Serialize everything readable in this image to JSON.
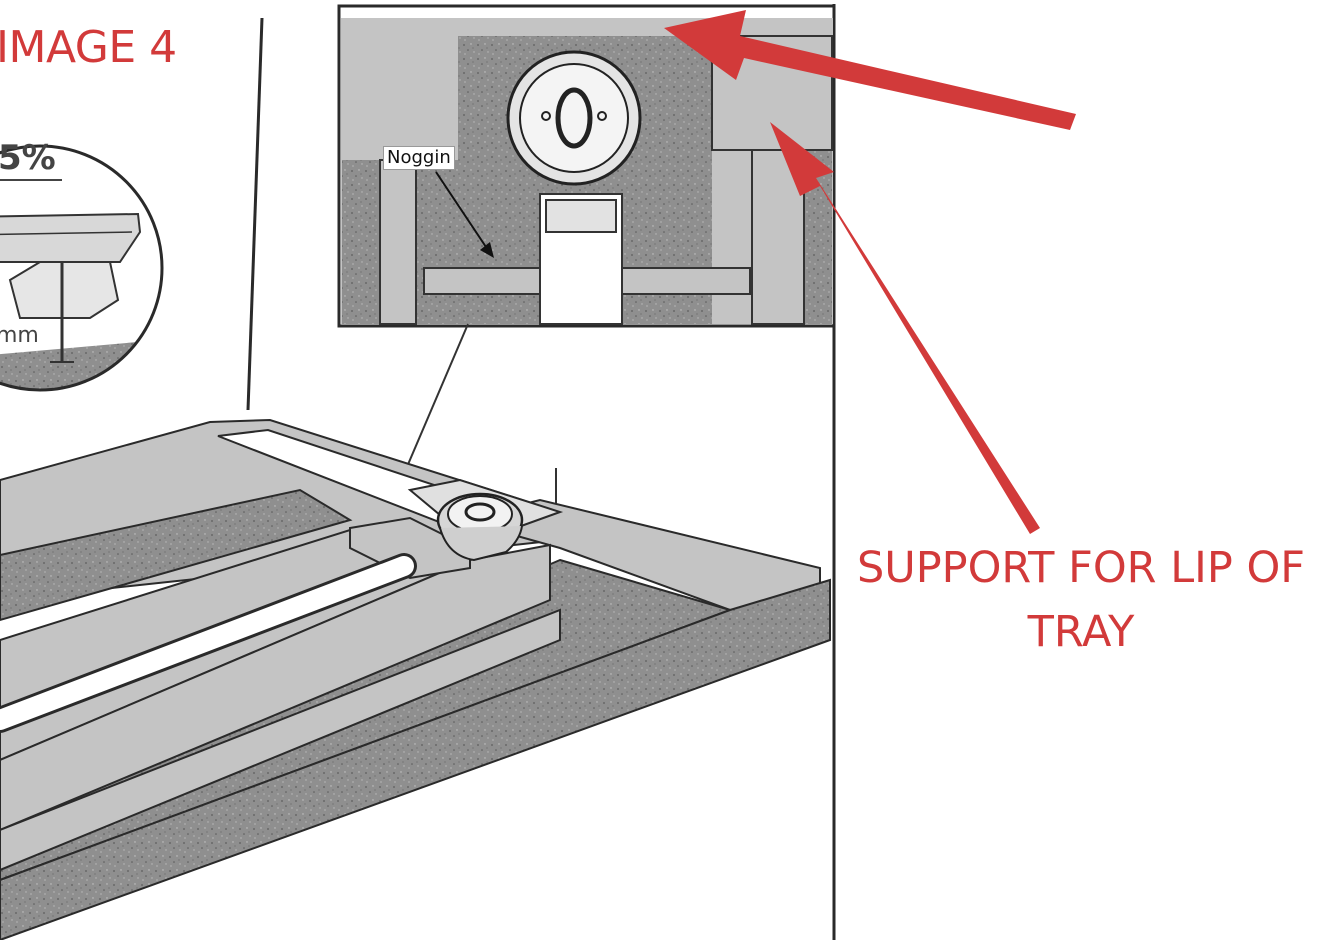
{
  "title": "IMAGE 4",
  "callout": {
    "line1": "SUPPORT FOR LIP OF",
    "line2": "TRAY"
  },
  "labels": {
    "noggin": "Noggin",
    "percent_partial": "5%",
    "mm_partial": "mm"
  },
  "colors": {
    "annotation_red": "#d23a3a",
    "frame_grey": "#c4c4c4",
    "speckle_grey": "#8f8f8f",
    "line_dark": "#2a2a2a"
  }
}
